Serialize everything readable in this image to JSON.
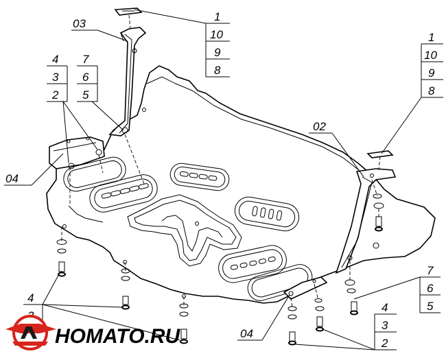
{
  "labels": {
    "stack_top_center": [
      "1",
      "10",
      "9",
      "8"
    ],
    "stack_top_right": [
      "1",
      "10",
      "9",
      "8"
    ],
    "part_03": "03",
    "part_02": "02",
    "part_04_left": "04",
    "part_04_bottom": "04",
    "stack_left_432": [
      "4",
      "3",
      "2"
    ],
    "stack_left_765": [
      "7",
      "6",
      "5"
    ],
    "stack_right_765": [
      "7",
      "6",
      "5"
    ],
    "stack_bottom_left_43": [
      "4",
      "3"
    ],
    "stack_bottom_right_432": [
      "4",
      "3",
      "2"
    ]
  },
  "logo": {
    "text": "HOMATO.RU",
    "colors": {
      "red": "#d8241c",
      "dark": "#1a1a1a"
    }
  }
}
